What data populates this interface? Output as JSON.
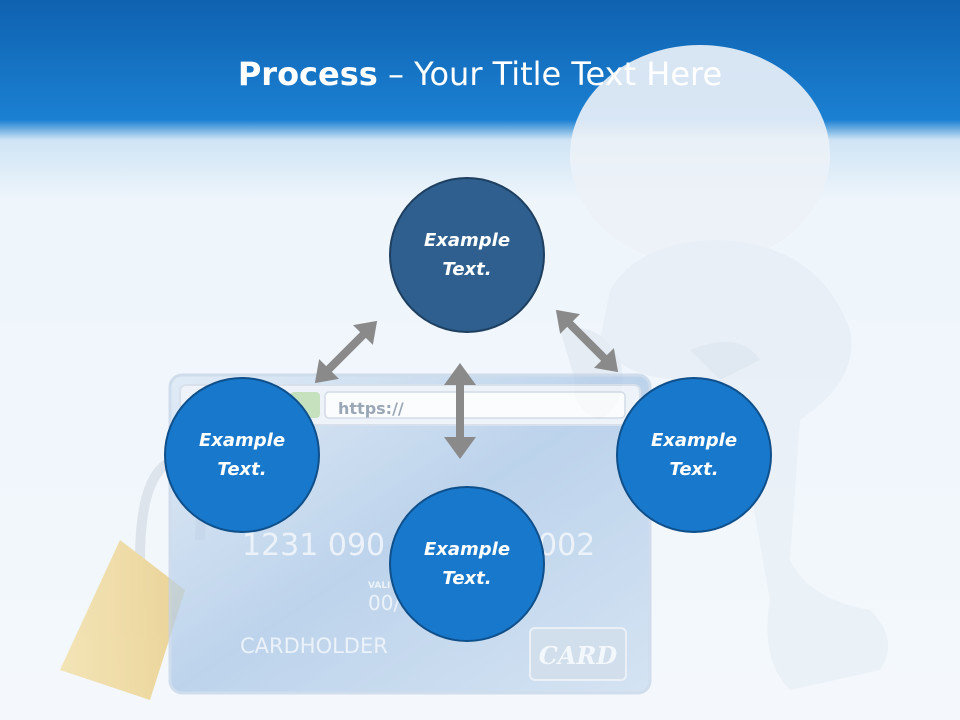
{
  "slide": {
    "title_bold": "Process",
    "title_rest": " – Your Title Text Here"
  },
  "background": {
    "url_text": "https://",
    "card_number_left": "1231  090",
    "card_number_right": "002",
    "valid_label": "VALI",
    "expiry": "00/",
    "cardholder": "CARDHOLDER",
    "card_badge": "CARD"
  },
  "nodes": [
    {
      "line1": "Example",
      "line2": "Text."
    },
    {
      "line1": "Example",
      "line2": "Text."
    },
    {
      "line1": "Example",
      "line2": "Text."
    },
    {
      "line1": "Example",
      "line2": "Text."
    }
  ],
  "colors": {
    "header_blue": "#1b80d2",
    "top_circle": "#2e5f8f",
    "side_circle": "#1878cc",
    "arrow_gray": "#8a8a8a"
  },
  "icons": [
    "double-arrow-icon",
    "padlock-icon",
    "credit-card-icon",
    "3d-figure-icon"
  ]
}
